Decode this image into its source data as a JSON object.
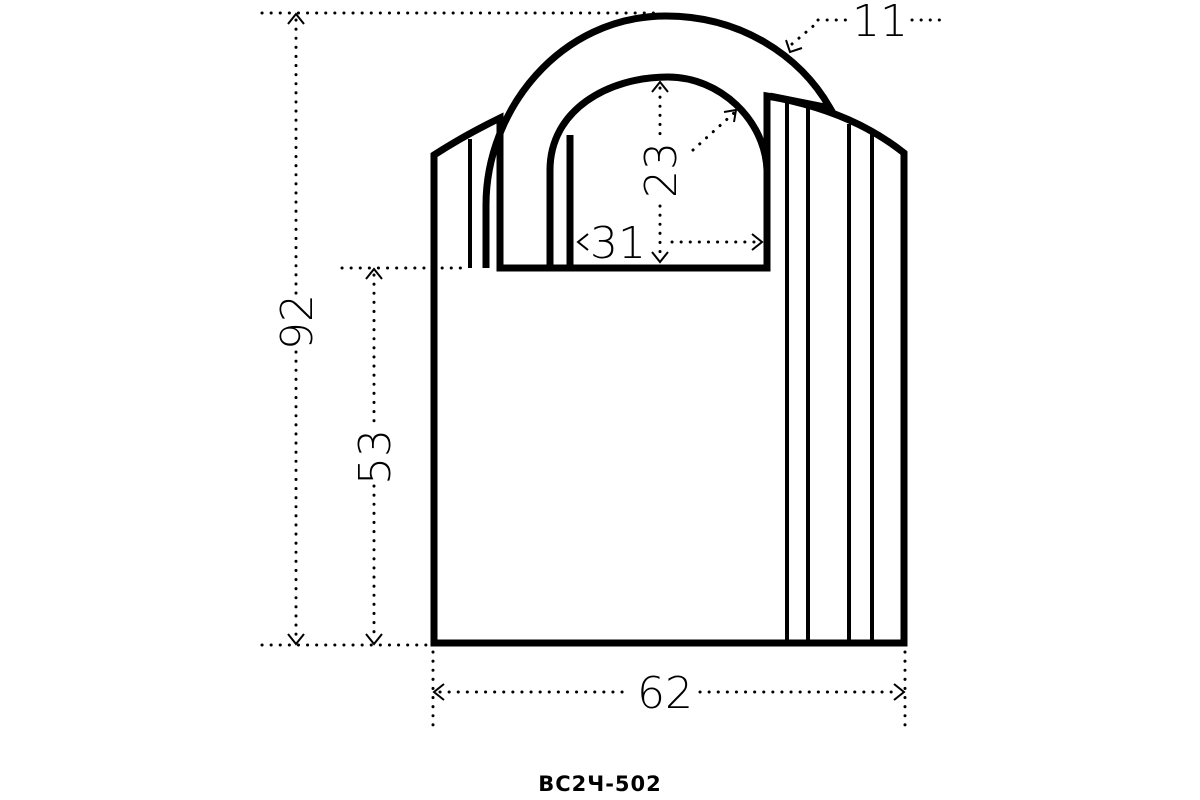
{
  "dimensions": {
    "overall_height": "92",
    "body_height": "53",
    "body_width": "62",
    "shackle_inner_width": "31",
    "shackle_clearance": "23",
    "shackle_diameter": "11"
  },
  "model": "ВС2Ч-502",
  "colors": {
    "line": "#000000",
    "background": "#ffffff"
  }
}
